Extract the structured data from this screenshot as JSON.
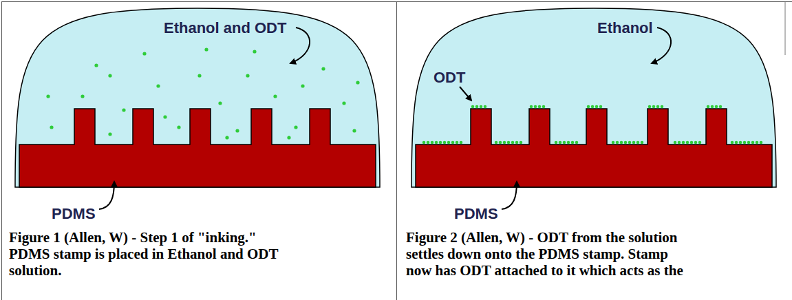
{
  "diagram": {
    "nodes": [
      {
        "text": [
          "Figure 1 (Allen, W) - Step 1 of \"inking.\" PDMS stamp is placed in Ethanol and ODT solution."
        ]
      },
      {
        "text": [
          "Figure 2 (Allen, W) - ODT from the solution settles down onto the PDMS stamp. Stamp now has ODT attached to it which acts as the"
        ]
      }
    ],
    "labels": [
      "Ethanol and ODT",
      "PDMS",
      "Ethanol",
      "ODT",
      "PDMS"
    ]
  }
}
